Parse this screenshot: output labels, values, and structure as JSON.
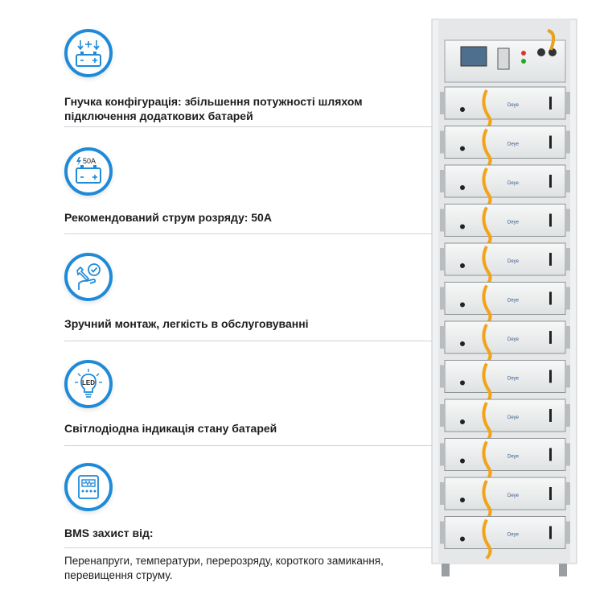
{
  "features": [
    {
      "icon": "battery-expansion-icon",
      "title": "Гнучка конфігурація: збільшення потужності шляхом підключення додаткових батарей"
    },
    {
      "icon": "battery-50a-icon",
      "icon_text": "50A",
      "title": "Рекомендований струм розряду: 50А"
    },
    {
      "icon": "wrench-hand-check-icon",
      "title": "Зручний монтаж, легкість в обслуговуванні"
    },
    {
      "icon": "led-bulb-icon",
      "icon_text": "LED",
      "title": "Світлодіодна індикація стану батарей"
    },
    {
      "icon": "bms-board-icon",
      "title": "BMS захист від:"
    }
  ],
  "bms_description": "Перенапруги, температури, перерозряду, короткого замикання, перевищення струму.",
  "rack": {
    "module_brand": "Deye",
    "module_count": 12,
    "cable_color": "#f2a31a",
    "frame_color": "#e9ebec"
  },
  "accent_color": "#1f8ad8"
}
